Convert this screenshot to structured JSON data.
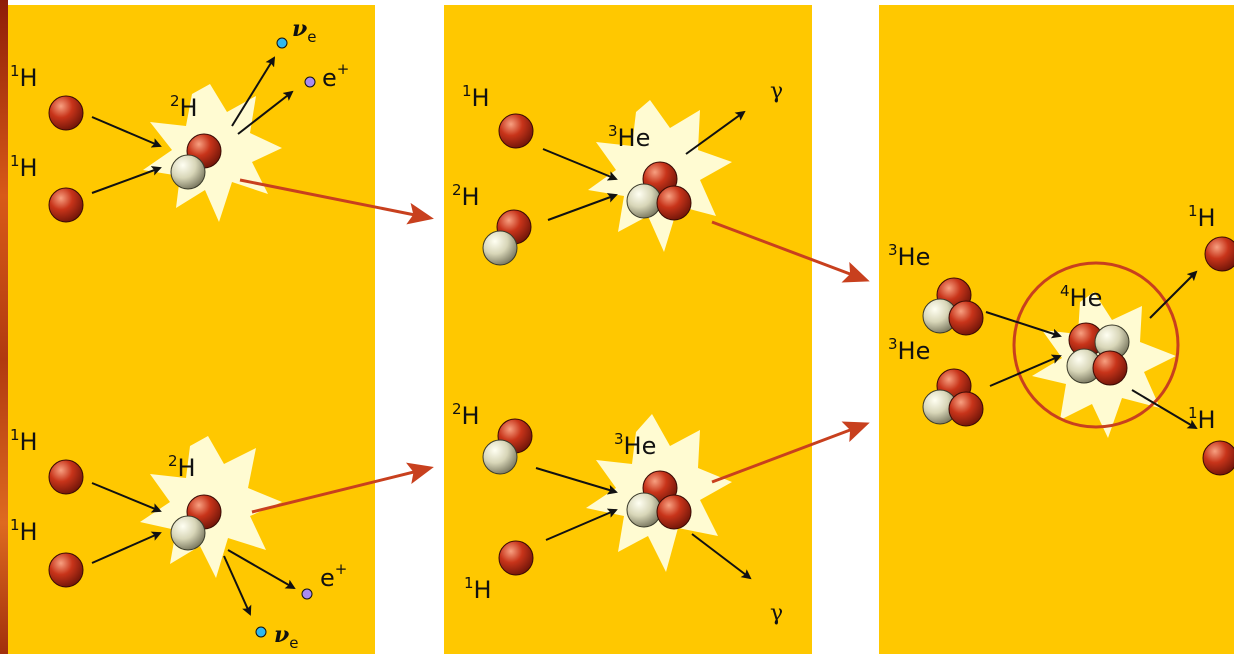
{
  "colors": {
    "panel": "#FFC800",
    "left_strip": "#B33A10",
    "proton": "#C8341A",
    "neutron": "#D8D6B8",
    "flash": "#FFFBD2",
    "big_arrow": "#C8401E",
    "circle": "#C8401E",
    "neutrino_dot": "#2FB8F0",
    "positron_dot": "#A98BF0"
  },
  "icons": {
    "proton": "red-sphere",
    "neutron": "grey-sphere",
    "neutrino": "small-cyan-circle",
    "positron": "small-violet-circle",
    "flash": "starburst"
  },
  "panel1": {
    "top": {
      "in1": {
        "sup": "1",
        "sym": "H"
      },
      "in2": {
        "sup": "1",
        "sym": "H"
      },
      "product": {
        "sup": "2",
        "sym": "H"
      },
      "neutrino": {
        "sym": "ν",
        "sub": "e"
      },
      "positron": {
        "sym": "e",
        "sup": "+"
      }
    },
    "bottom": {
      "in1": {
        "sup": "1",
        "sym": "H"
      },
      "in2": {
        "sup": "1",
        "sym": "H"
      },
      "product": {
        "sup": "2",
        "sym": "H"
      },
      "positron": {
        "sym": "e",
        "sup": "+"
      },
      "neutrino": {
        "sym": "ν",
        "sub": "e"
      }
    }
  },
  "panel2": {
    "top": {
      "in1": {
        "sup": "1",
        "sym": "H"
      },
      "in2": {
        "sup": "2",
        "sym": "H"
      },
      "product": {
        "sup": "3",
        "sym": "He"
      },
      "gamma": "γ"
    },
    "bottom": {
      "in1": {
        "sup": "2",
        "sym": "H"
      },
      "in2": {
        "sup": "1",
        "sym": "H"
      },
      "product": {
        "sup": "3",
        "sym": "He"
      },
      "gamma": "γ"
    }
  },
  "panel3": {
    "in1": {
      "sup": "3",
      "sym": "He"
    },
    "in2": {
      "sup": "3",
      "sym": "He"
    },
    "product": {
      "sup": "4",
      "sym": "He"
    },
    "out1": {
      "sup": "1",
      "sym": "H"
    },
    "out2": {
      "sup": "1",
      "sym": "H"
    }
  }
}
